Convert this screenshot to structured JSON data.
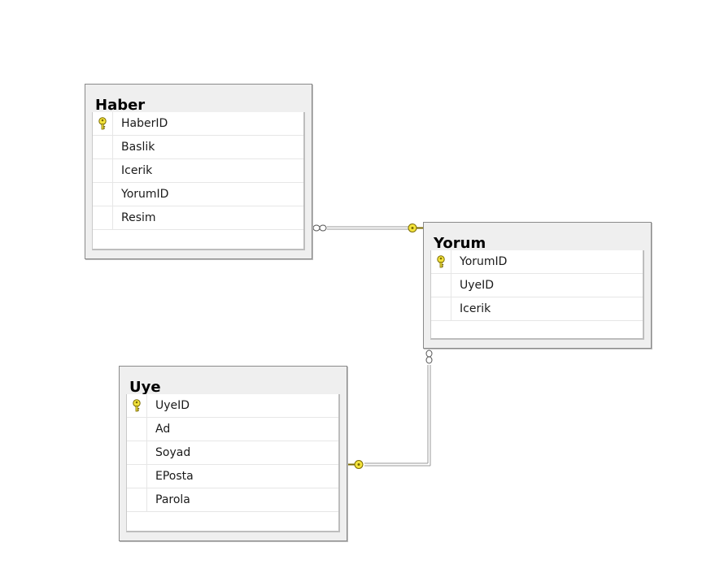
{
  "tables": {
    "haber": {
      "title": "Haber",
      "columns": [
        {
          "name": "HaberID",
          "primary_key": true
        },
        {
          "name": "Baslik",
          "primary_key": false
        },
        {
          "name": "Icerik",
          "primary_key": false
        },
        {
          "name": "YorumID",
          "primary_key": false
        },
        {
          "name": "Resim",
          "primary_key": false
        }
      ]
    },
    "yorum": {
      "title": "Yorum",
      "columns": [
        {
          "name": "YorumID",
          "primary_key": true
        },
        {
          "name": "UyeID",
          "primary_key": false
        },
        {
          "name": "Icerik",
          "primary_key": false
        }
      ]
    },
    "uye": {
      "title": "Uye",
      "columns": [
        {
          "name": "UyeID",
          "primary_key": true
        },
        {
          "name": "Ad",
          "primary_key": false
        },
        {
          "name": "Soyad",
          "primary_key": false
        },
        {
          "name": "EPosta",
          "primary_key": false
        },
        {
          "name": "Parola",
          "primary_key": false
        }
      ]
    }
  },
  "relationships": [
    {
      "from": "haber",
      "to": "yorum",
      "from_end": "infinity",
      "to_end": "key"
    },
    {
      "from": "yorum",
      "to": "uye",
      "from_end": "infinity",
      "to_end": "key"
    }
  ],
  "colors": {
    "key_fill": "#f4e43c",
    "key_stroke": "#7a6a00",
    "line": "#9a9a9a",
    "table_bg": "#efefef",
    "table_border": "#8a8a8a"
  }
}
